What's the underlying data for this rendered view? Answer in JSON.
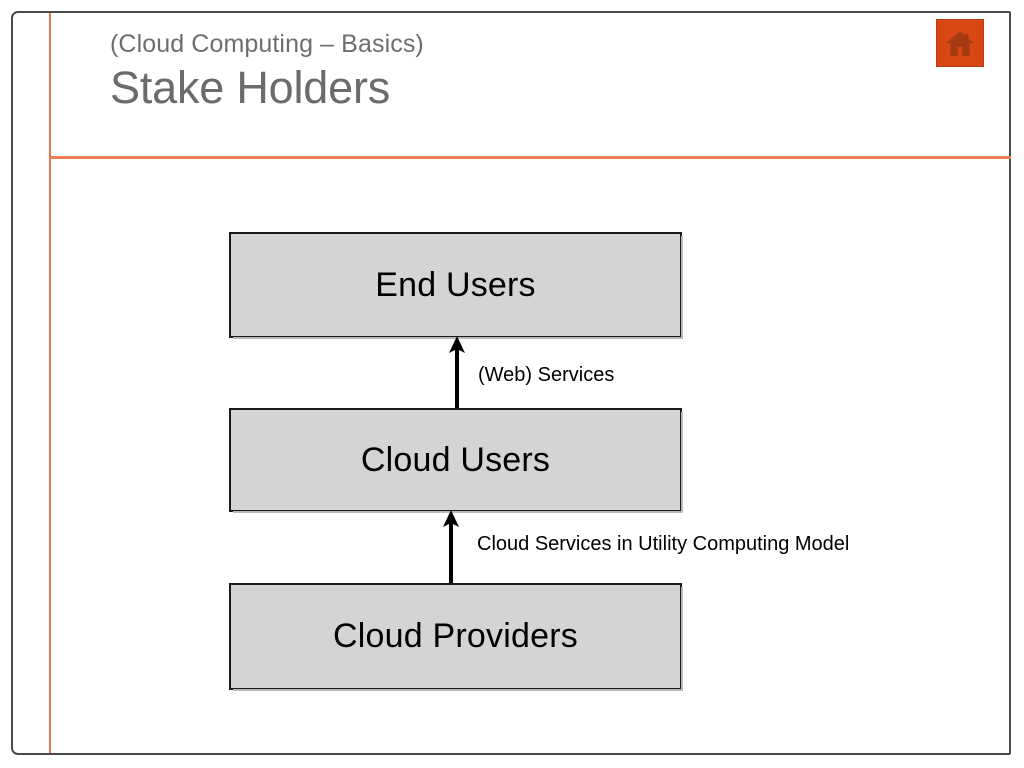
{
  "slide": {
    "eyebrow": "(Cloud Computing – Basics)",
    "title": "Stake Holders",
    "accent_color": "#ed7d53",
    "frame_color": "#4a4a4a",
    "title_color": "#6b6b6b"
  },
  "home_button": {
    "icon": "home-icon",
    "background": "#d94715",
    "glyph_color": "#a63a12"
  },
  "diagram": {
    "type": "stacked-flow",
    "node_fill": "#d4d4d4",
    "node_border": "#1a1a1a",
    "nodes": [
      {
        "id": "end-users",
        "label": "End Users"
      },
      {
        "id": "cloud-users",
        "label": "Cloud Users"
      },
      {
        "id": "cloud-providers",
        "label": "Cloud Providers"
      }
    ],
    "edges": [
      {
        "id": "providers-to-users",
        "from": "cloud-providers",
        "to": "cloud-users",
        "direction": "up",
        "label": "Cloud Services in Utility Computing Model"
      },
      {
        "id": "users-to-end-users",
        "from": "cloud-users",
        "to": "end-users",
        "direction": "up",
        "label": "(Web) Services"
      }
    ]
  }
}
